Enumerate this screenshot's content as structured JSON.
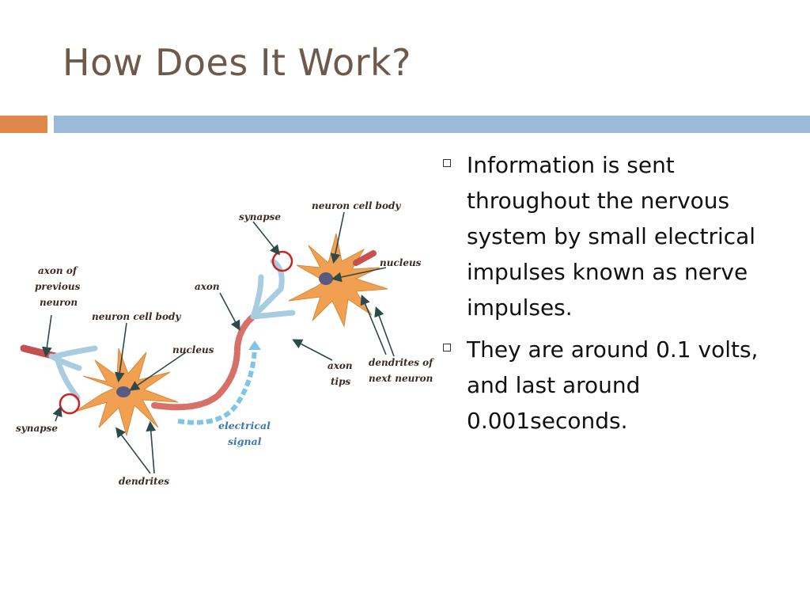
{
  "slide": {
    "title": "How Does It Work?",
    "accent_colors": {
      "orange": "#e0884a",
      "blue": "#9bbad9",
      "title": "#6e5a4a"
    }
  },
  "bullets": [
    {
      "text": "Information is sent throughout the nervous system by small electrical impulses known as nerve impulses."
    },
    {
      "text": "They are around 0.1 volts, and last around 0.001seconds."
    }
  ],
  "diagram": {
    "labels": {
      "synapse_top": "synapse",
      "neuron_cell_body_top": "neuron cell body",
      "nucleus_top": "nucleus",
      "axon_of_previous_neuron": [
        "axon of",
        "previous",
        "neuron"
      ],
      "neuron_cell_body_left": "neuron cell body",
      "axon": "axon",
      "nucleus_left": "nucleus",
      "axon_tips": [
        "axon",
        "tips"
      ],
      "dendrites_of_next_neuron": [
        "dendrites of",
        "next neuron"
      ],
      "synapse_bottom": "synapse",
      "electrical_signal": [
        "electrical",
        "signal"
      ],
      "dendrites": "dendrites"
    },
    "colors": {
      "cell_body": "#f0a050",
      "nucleus": "#5a5a80",
      "axon_terminal": "#a8cde0",
      "axon_segment": "#d8706a",
      "signal": "#7fc6e6",
      "synapse_circle": "#d02020",
      "arrow": "#2c4a4a"
    }
  }
}
